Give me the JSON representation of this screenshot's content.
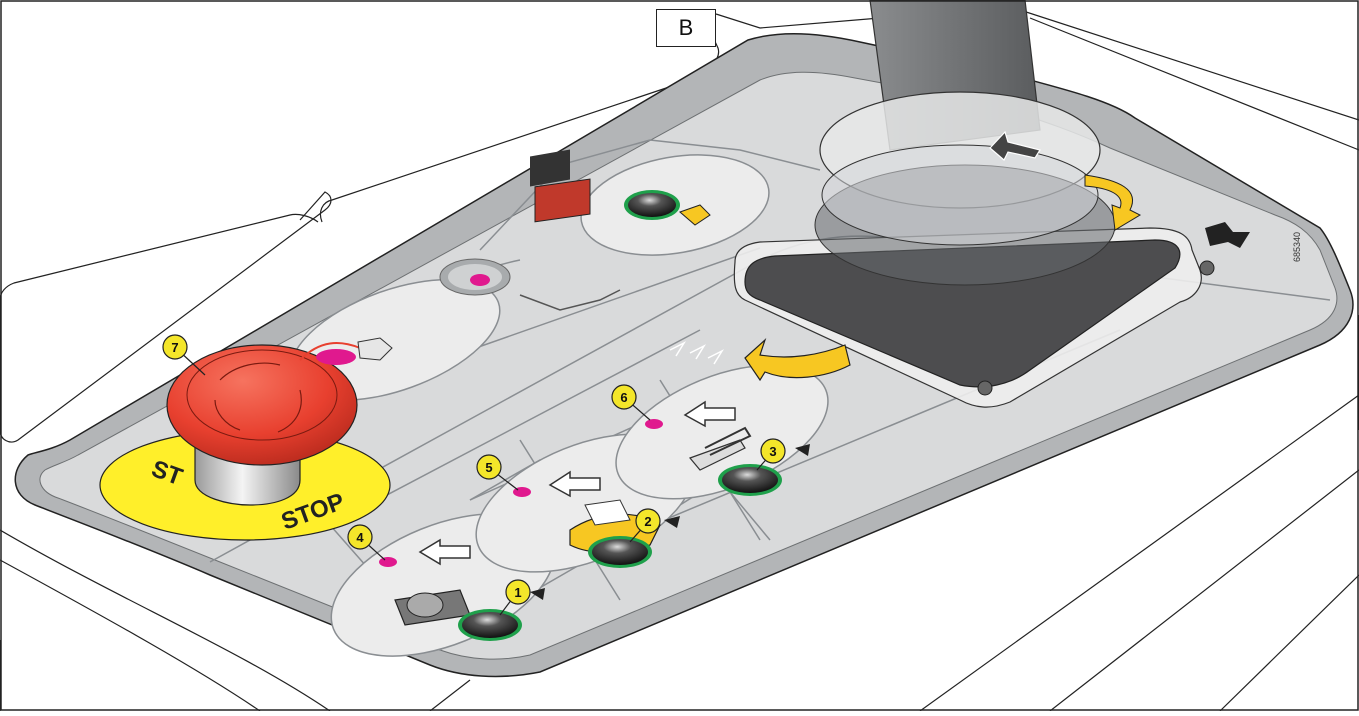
{
  "figure": {
    "frame_label": "B",
    "part_number": "685340",
    "stop_text_left": "ST",
    "stop_text_bottom": "STOP"
  },
  "callouts": [
    {
      "number": "1",
      "target": "push-button-1"
    },
    {
      "number": "2",
      "target": "push-button-2"
    },
    {
      "number": "3",
      "target": "push-button-3"
    },
    {
      "number": "4",
      "target": "indicator-light-4"
    },
    {
      "number": "5",
      "target": "indicator-light-5"
    },
    {
      "number": "6",
      "target": "indicator-light-6"
    },
    {
      "number": "7",
      "target": "emergency-stop-button"
    }
  ],
  "colors": {
    "panel_gray": "#d9dadb",
    "frame_gray": "#b3b5b7",
    "stop_red": "#e8402f",
    "stop_yellow": "#ffef2a",
    "callout_yellow": "#f4e62a",
    "indicator_magenta": "#e0198e",
    "button_ring_green": "#1fa04b",
    "arrow_yellow": "#f7c722",
    "joystick_base": "#4d4d4f"
  }
}
